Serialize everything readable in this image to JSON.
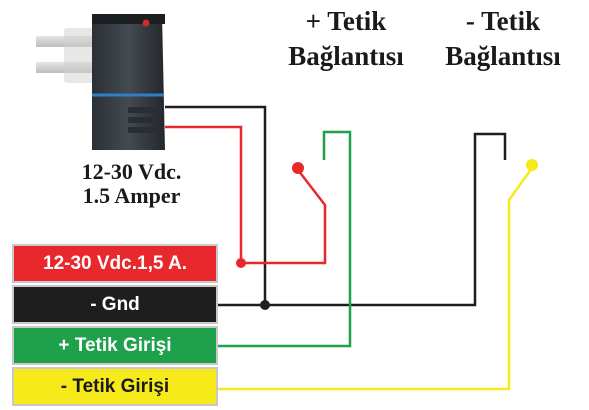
{
  "triggers": {
    "positive": {
      "line1": "+ Tetik",
      "line2": "Bağlantısı"
    },
    "negative": {
      "line1": "- Tetik",
      "line2": "Bağlantısı"
    }
  },
  "adapter": {
    "voltage": "12-30 Vdc.",
    "current": "1.5 Amper"
  },
  "terminals": {
    "power": "12-30 Vdc.1,5 A.",
    "ground": "- Gnd",
    "positive_trigger": "+ Tetik Girişi",
    "negative_trigger": "- Tetik Girişi"
  },
  "wire_colors": {
    "power": "#e8282c",
    "ground": "#1e1e1e",
    "positive_trigger": "#1fa04a",
    "negative_trigger": "#f6ea1a"
  }
}
